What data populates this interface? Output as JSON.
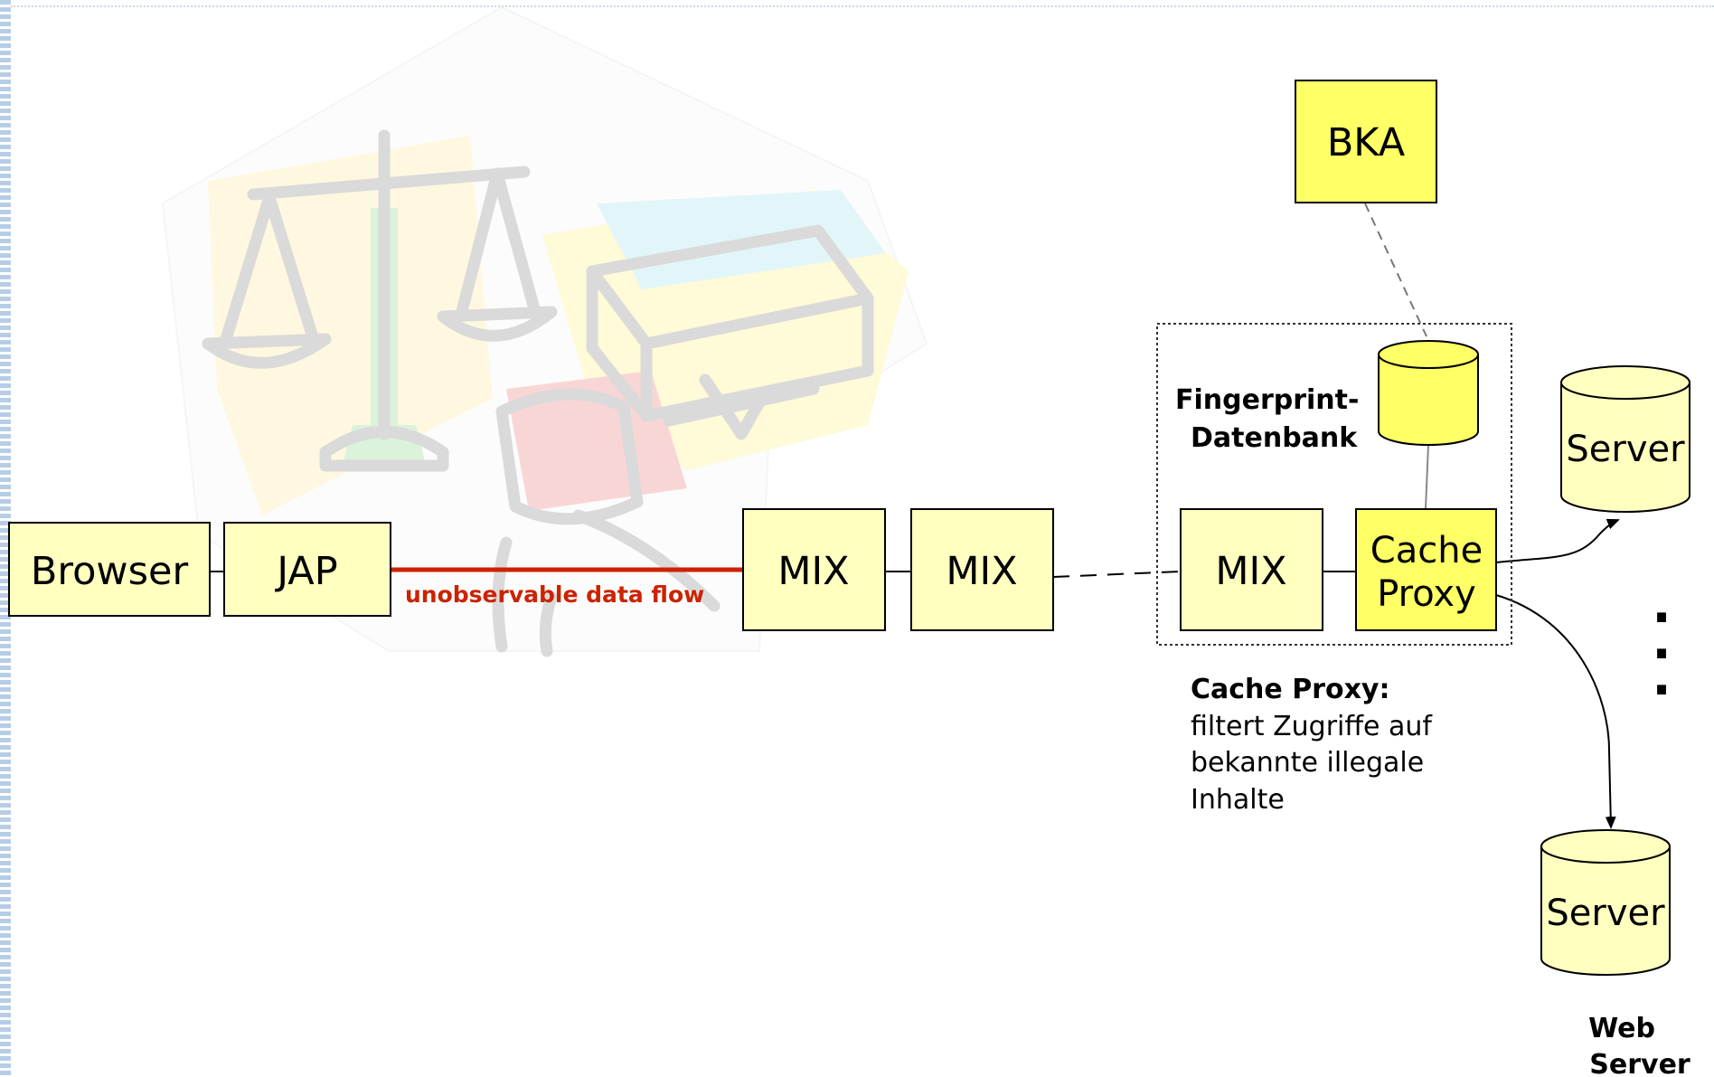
{
  "nodes": {
    "browser": "Browser",
    "jap": "JAP",
    "mix1": "MIX",
    "mix2": "MIX",
    "mix3": "MIX",
    "cache_proxy_line1": "Cache",
    "cache_proxy_line2": "Proxy",
    "bka": "BKA",
    "fingerprint_db_line1": "Fingerprint-",
    "fingerprint_db_line2": "Datenbank",
    "server_top": "Server",
    "server_bottom": "Server"
  },
  "labels": {
    "data_flow": "unobservable data flow",
    "cache_proxy_title": "Cache Proxy:",
    "cache_proxy_desc": [
      "filtert Zugriffe auf",
      "bekannte illegale",
      "Inhalte"
    ],
    "web_server_line1": "Web",
    "web_server_line2": "Server",
    "ellipsis": [
      "·",
      "·",
      "·"
    ]
  },
  "colors": {
    "box_fill": "#ffffc0",
    "highlight_fill": "#ffff66",
    "data_flow": "#cc2200",
    "stroke": "#000000"
  }
}
